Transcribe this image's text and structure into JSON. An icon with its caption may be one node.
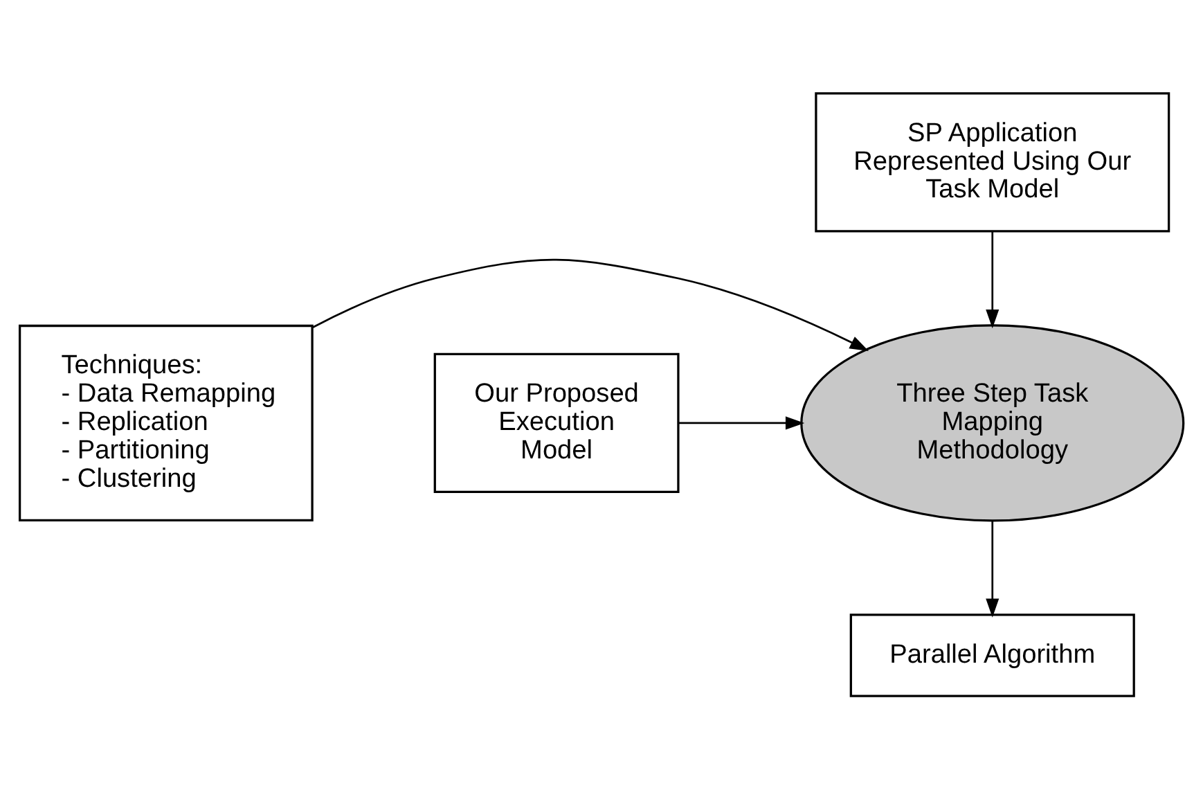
{
  "diagram": {
    "nodes": [
      {
        "text": [
          "SP Application Represented Using Our Task Model"
        ]
      },
      {
        "text": [
          "Techniques:",
          "- Data Remapping",
          "- Replication",
          "- Partitioning",
          "- Clustering"
        ]
      },
      {
        "text": [
          "Three Step Task Mapping Methodology"
        ]
      },
      {
        "text": [
          "Our Proposed Execution Model"
        ]
      },
      {
        "text": [
          "Parallel Algorithm"
        ]
      }
    ],
    "edges": [
      {
        "from": 0,
        "to": 2,
        "arrow": "to"
      },
      {
        "from": 1,
        "to": 2,
        "arrow": "to"
      },
      {
        "from": 3,
        "to": 2,
        "arrow": "to"
      },
      {
        "from": 2,
        "to": 4,
        "arrow": "to"
      }
    ]
  }
}
